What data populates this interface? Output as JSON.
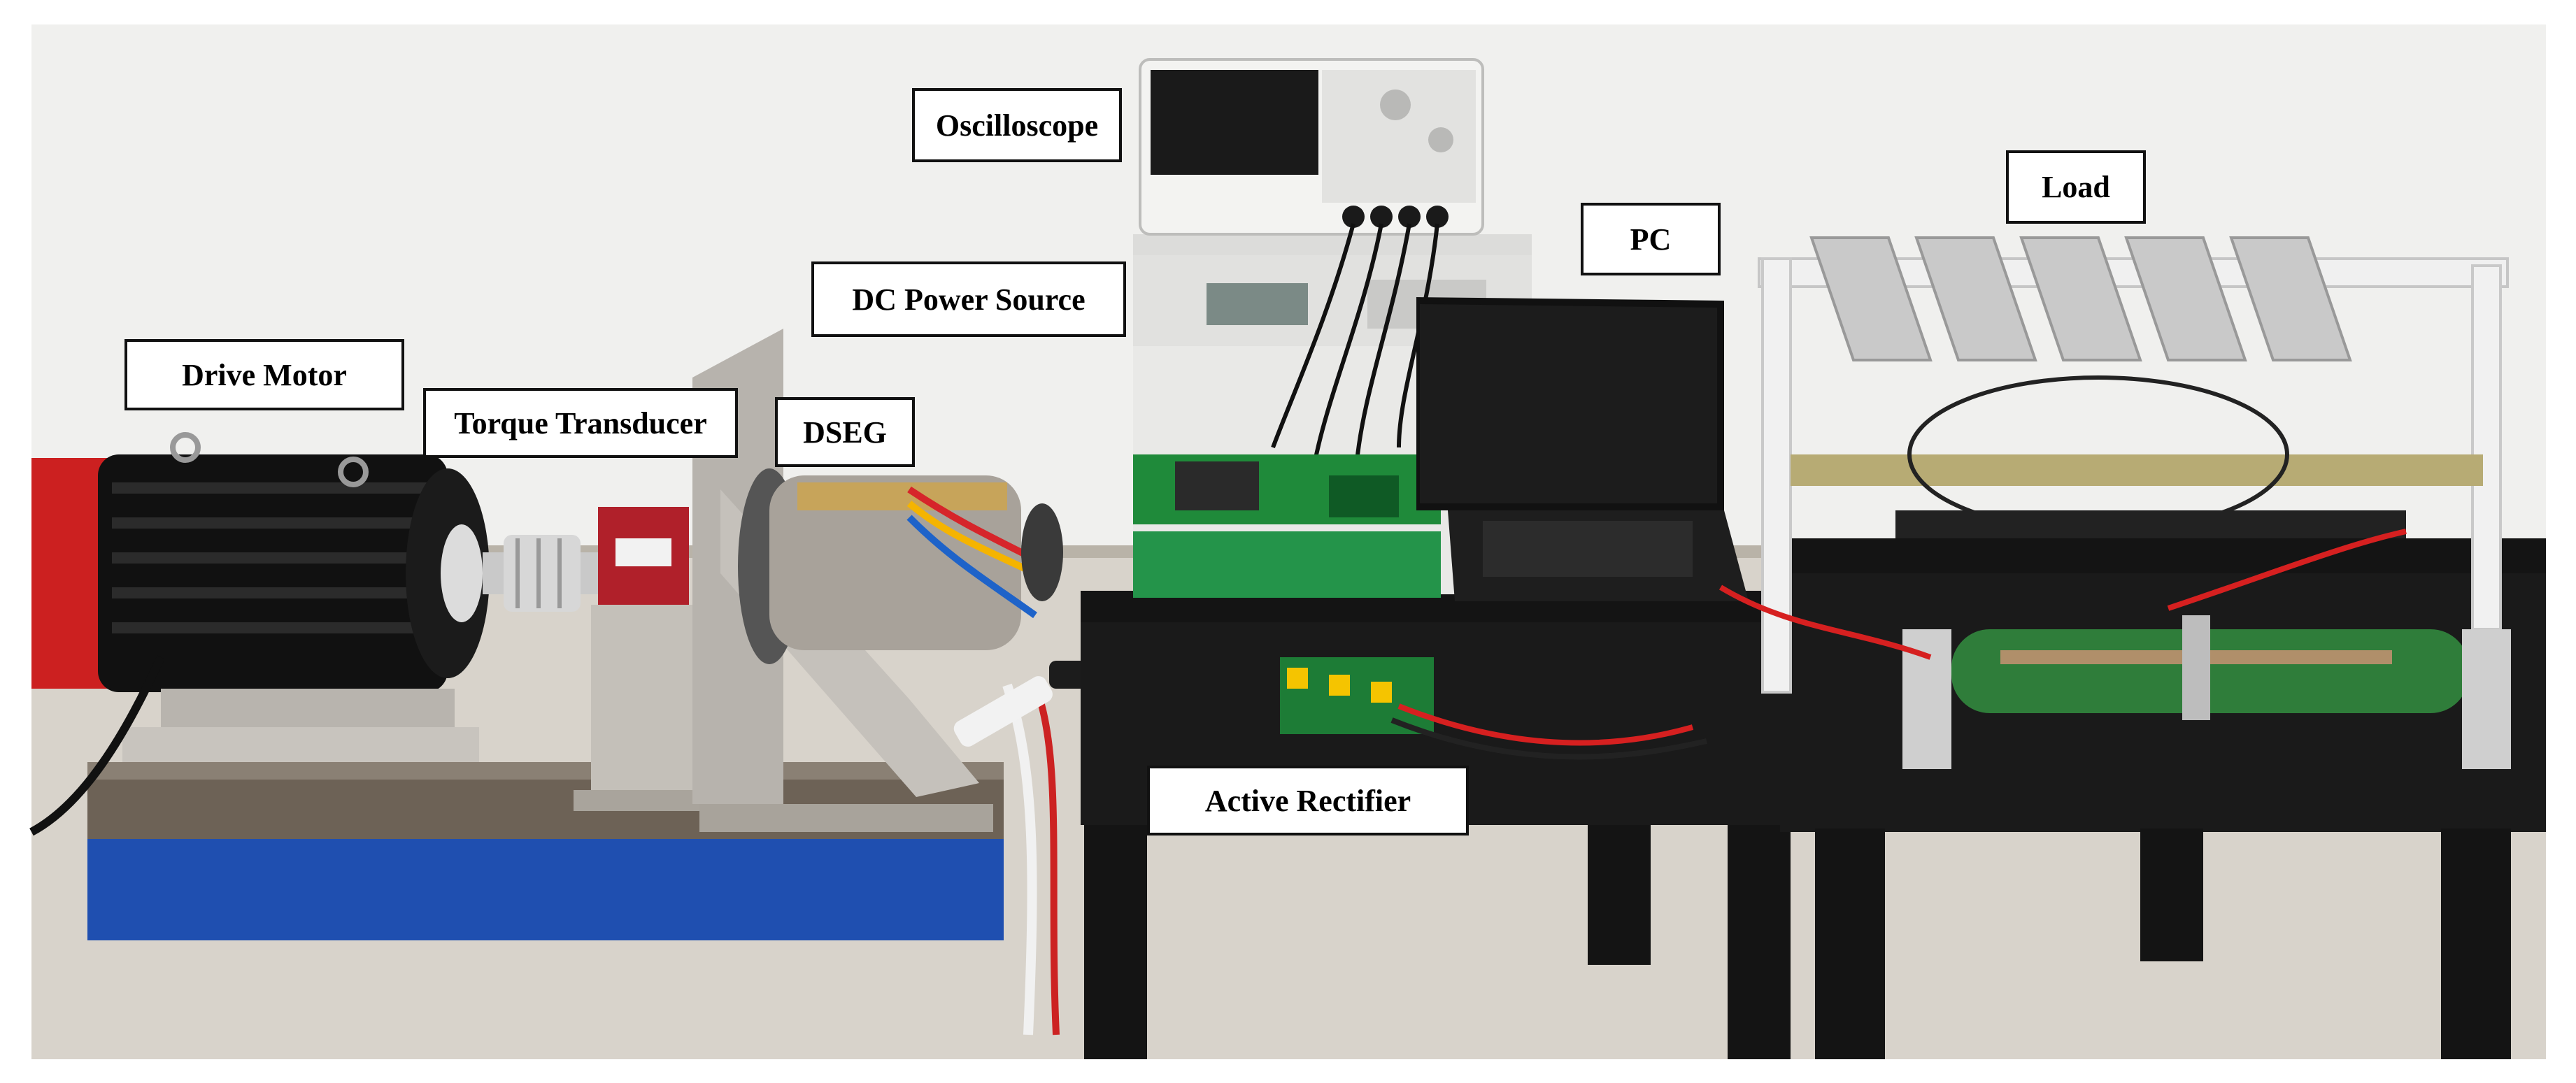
{
  "labels": {
    "drive_motor": "Drive Motor",
    "torque_transducer": "Torque Transducer",
    "dseg": "DSEG",
    "dc_power_source": "DC Power  Source",
    "oscilloscope": "Oscilloscope",
    "pc": "PC",
    "load": "Load",
    "active_rectifier": "Active Rectifier"
  },
  "colors": {
    "motor_base_blue": "#1f4fb0",
    "pcb_green": "#1f8a3a",
    "resistor_green": "#2f7d3a",
    "motor_black": "#111111",
    "transducer_red": "#b0202a",
    "table_black": "#141414",
    "wall": "#f2f2f0",
    "floor": "#d9d4cc"
  }
}
